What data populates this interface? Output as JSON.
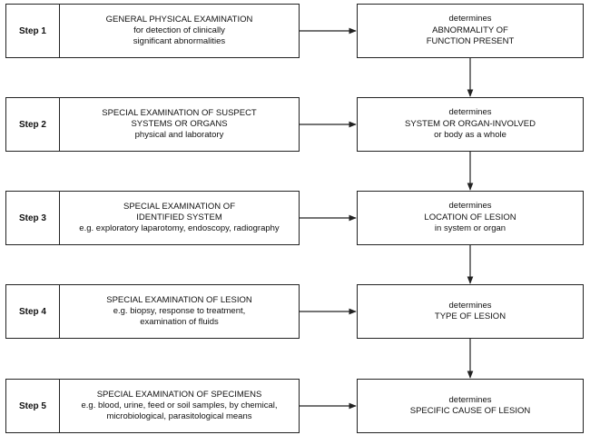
{
  "steps": [
    {
      "label": "Step 1",
      "exam": [
        "GENERAL PHYSICAL EXAMINATION",
        "for detection of clinically",
        "significant abnormalities"
      ],
      "result": [
        "determines",
        "ABNORMALITY OF",
        "FUNCTION PRESENT"
      ]
    },
    {
      "label": "Step 2",
      "exam": [
        "SPECIAL EXAMINATION OF SUSPECT",
        "SYSTEMS OR ORGANS",
        "physical and laboratory"
      ],
      "result": [
        "determines",
        "SYSTEM OR ORGAN-INVOLVED",
        "or body as a whole"
      ]
    },
    {
      "label": "Step 3",
      "exam": [
        "SPECIAL EXAMINATION OF",
        "IDENTIFIED SYSTEM",
        "e.g. exploratory laparotomy, endoscopy, radiography"
      ],
      "result": [
        "determines",
        "LOCATION OF LESION",
        "in system or organ"
      ]
    },
    {
      "label": "Step 4",
      "exam": [
        "SPECIAL EXAMINATION OF LESION",
        "e.g. biopsy, response to treatment,",
        "examination of fluids"
      ],
      "result": [
        "determines",
        "TYPE OF LESION"
      ]
    },
    {
      "label": "Step 5",
      "exam": [
        "SPECIAL EXAMINATION OF SPECIMENS",
        "e.g. blood, urine, feed or soil samples, by chemical,",
        "microbiological, parasitological means"
      ],
      "result": [
        "determines",
        "SPECIFIC CAUSE OF LESION"
      ]
    }
  ]
}
